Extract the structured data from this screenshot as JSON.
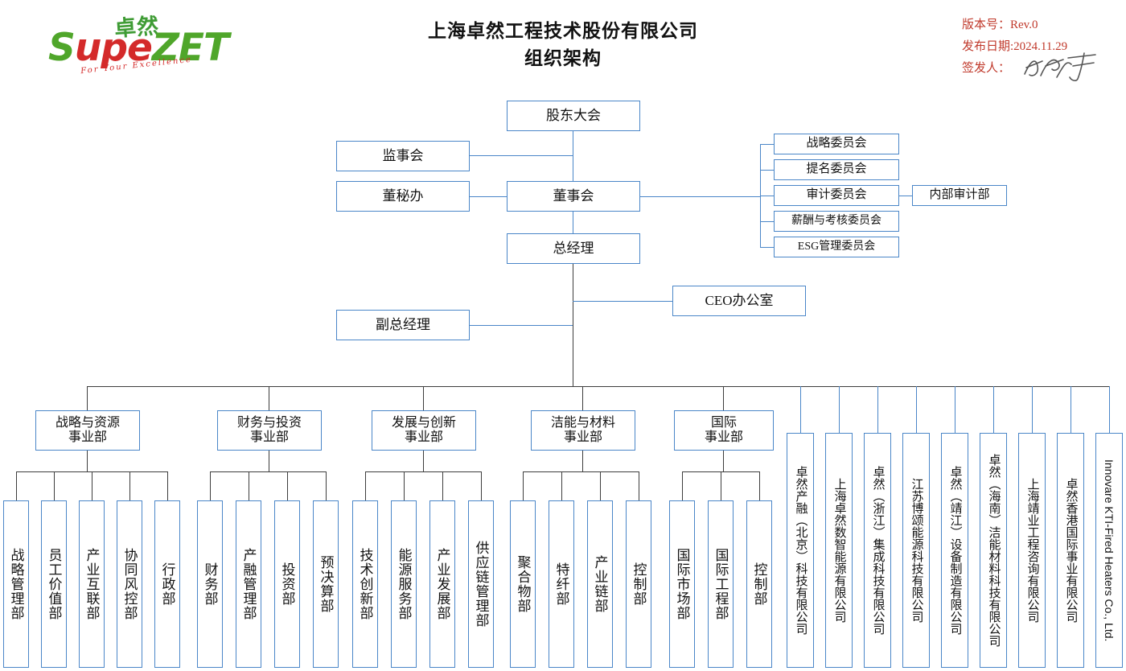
{
  "logo": {
    "cn_mark": "卓然",
    "wordmark_parts": [
      "S",
      "upe",
      "ZET"
    ],
    "tagline": "For Your Excellence"
  },
  "header": {
    "title_line1": "上海卓然工程技术股份有限公司",
    "title_line2": "组织架构",
    "revision_label": "版本号：",
    "revision_value": "Rev.0",
    "date_label": "发布日期:",
    "date_value": "2024.11.29",
    "signer_label": "签发人：",
    "signature": "handwritten-signature"
  },
  "chart": {
    "top": {
      "shareholders": "股东大会",
      "supervisory_board": "监事会",
      "board_secretary": "董秘办",
      "board_of_directors": "董事会",
      "general_manager": "总经理",
      "ceo_office": "CEO办公室",
      "deputy_gm": "副总经理"
    },
    "committees": [
      "战略委员会",
      "提名委员会",
      "审计委员会",
      "薪酬与考核委员会",
      "ESG管理委员会"
    ],
    "internal_audit": "内部审计部",
    "divisions": [
      {
        "name_line1": "战略与资源",
        "name_line2": "事业部",
        "departments": [
          "战略管理部",
          "员工价值部",
          "产业互联部",
          "协同风控部",
          "行政部"
        ]
      },
      {
        "name_line1": "财务与投资",
        "name_line2": "事业部",
        "departments": [
          "财务部",
          "产融管理部",
          "投资部",
          "预决算部"
        ]
      },
      {
        "name_line1": "发展与创新",
        "name_line2": "事业部",
        "departments": [
          "技术创新部",
          "能源服务部",
          "产业发展部",
          "供应链管理部"
        ]
      },
      {
        "name_line1": "洁能与材料",
        "name_line2": "事业部",
        "departments": [
          "聚合物部",
          "特纤部",
          "产业链部",
          "控制部"
        ]
      },
      {
        "name_line1": "国际",
        "name_line2": "事业部",
        "departments": [
          "国际市场部",
          "国际工程部",
          "控制部"
        ]
      }
    ],
    "subsidiaries": [
      "卓然产融（北京）科技有限公司",
      "上海卓然数智能源有限公司",
      "卓然（浙江）集成科技有限公司",
      "江苏博颂能源科技有限公司",
      "卓然（靖江）设备制造有限公司",
      "卓然（海南）洁能材料科技有限公司",
      "上海靖业工程咨询有限公司",
      "卓然香港国际事业有限公司",
      "Innovare KTI-Fired Heaters Co., Ltd."
    ]
  },
  "colors": {
    "box_border": "#4a86c8",
    "connector": "#3d3d3d",
    "accent_red": "#c0392b",
    "logo_green": "#4fa62a"
  }
}
